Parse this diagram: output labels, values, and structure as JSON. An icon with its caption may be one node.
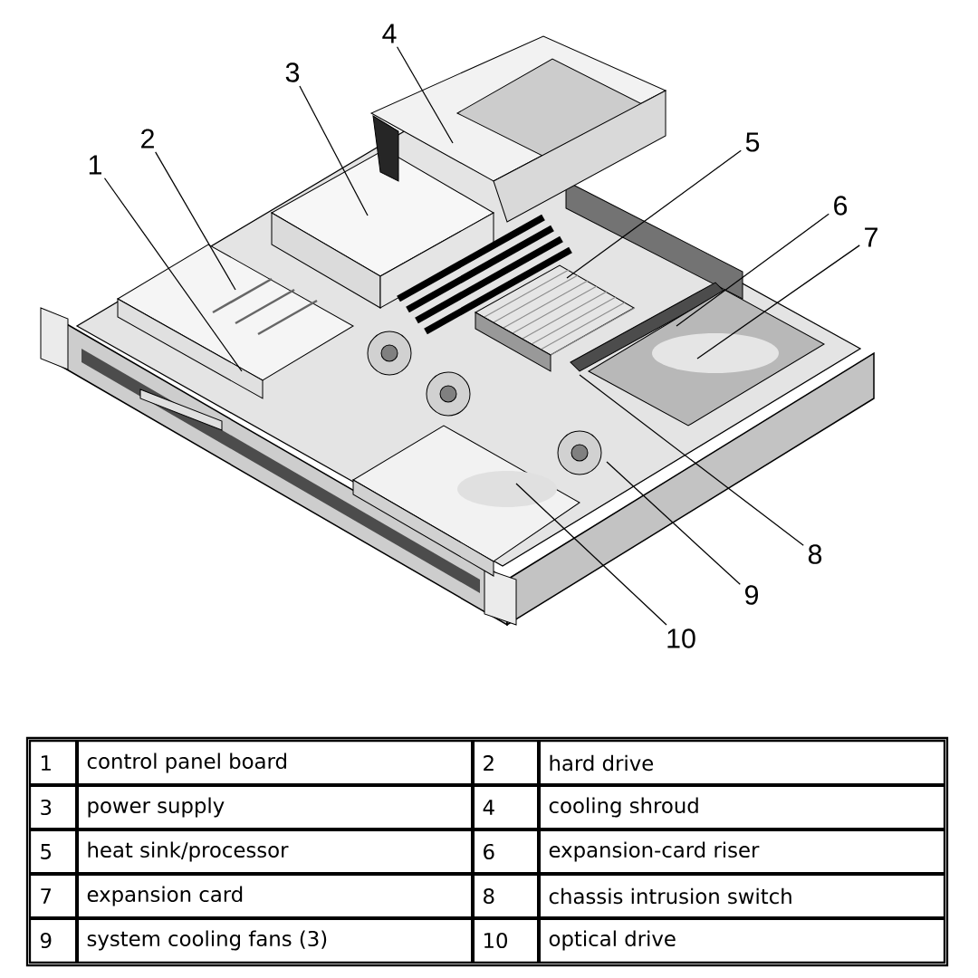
{
  "diagram": {
    "nodes": [
      {
        "text": [
          "1"
        ]
      },
      {
        "text": [
          "2"
        ]
      },
      {
        "text": [
          "3"
        ]
      },
      {
        "text": [
          "4"
        ]
      },
      {
        "text": [
          "5"
        ]
      },
      {
        "text": [
          "6"
        ]
      },
      {
        "text": [
          "7"
        ]
      },
      {
        "text": [
          "8"
        ]
      },
      {
        "text": [
          "9"
        ]
      },
      {
        "text": [
          "10"
        ]
      }
    ],
    "edges": [
      {
        "from": 0,
        "to": null,
        "arrow": "none"
      },
      {
        "from": 1,
        "to": null,
        "arrow": "none"
      },
      {
        "from": 2,
        "to": null,
        "arrow": "none"
      },
      {
        "from": 3,
        "to": null,
        "arrow": "none"
      },
      {
        "from": 4,
        "to": null,
        "arrow": "none"
      },
      {
        "from": 5,
        "to": null,
        "arrow": "none"
      },
      {
        "from": 6,
        "to": null,
        "arrow": "none"
      },
      {
        "from": 7,
        "to": null,
        "arrow": "none"
      },
      {
        "from": 8,
        "to": null,
        "arrow": "none"
      },
      {
        "from": 9,
        "to": null,
        "arrow": "none"
      }
    ],
    "labels": [
      "1",
      "control panel board",
      "2",
      "hard drive",
      "3",
      "power supply",
      "4",
      "cooling shroud",
      "5",
      "heat sink/processor",
      "6",
      "expansion-card riser",
      "7",
      "expansion card",
      "8",
      "chassis intrusion switch",
      "9",
      "system cooling fans (3)",
      "10",
      "optical drive"
    ]
  }
}
